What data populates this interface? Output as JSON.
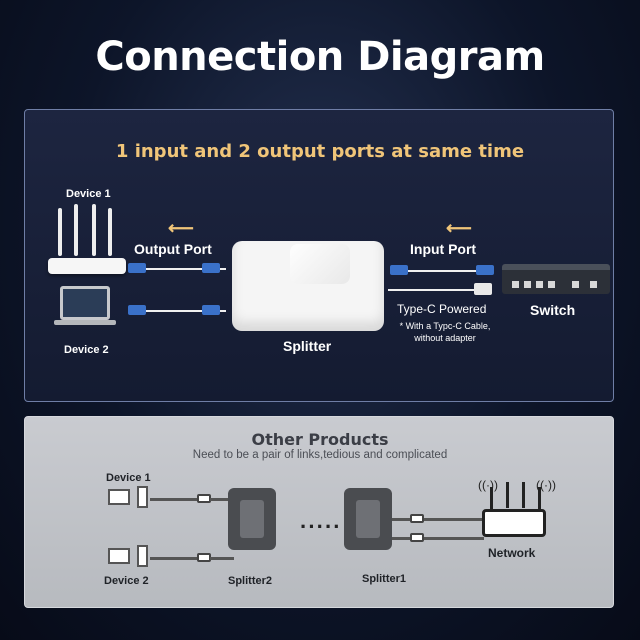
{
  "title": "Connection Diagram",
  "top_panel": {
    "subtitle": "1 input and 2 output ports at same time",
    "device1": "Device 1",
    "device2": "Device 2",
    "output_port": "Output Port",
    "input_port": "Input Port",
    "splitter": "Splitter",
    "switch": "Switch",
    "typec": "Type-C Powered",
    "typec_note1": "* With a Typc-C Cable,",
    "typec_note2": "without adapter"
  },
  "bottom_panel": {
    "title": "Other Products",
    "subtitle": "Need to be a pair of links,tedious and complicated",
    "device1": "Device 1",
    "device2": "Device 2",
    "splitter2": "Splitter2",
    "splitter1": "Splitter1",
    "network": "Network",
    "dots": "·····"
  },
  "colors": {
    "accent": "#f0c579",
    "cable_blue": "#3a71c9"
  }
}
